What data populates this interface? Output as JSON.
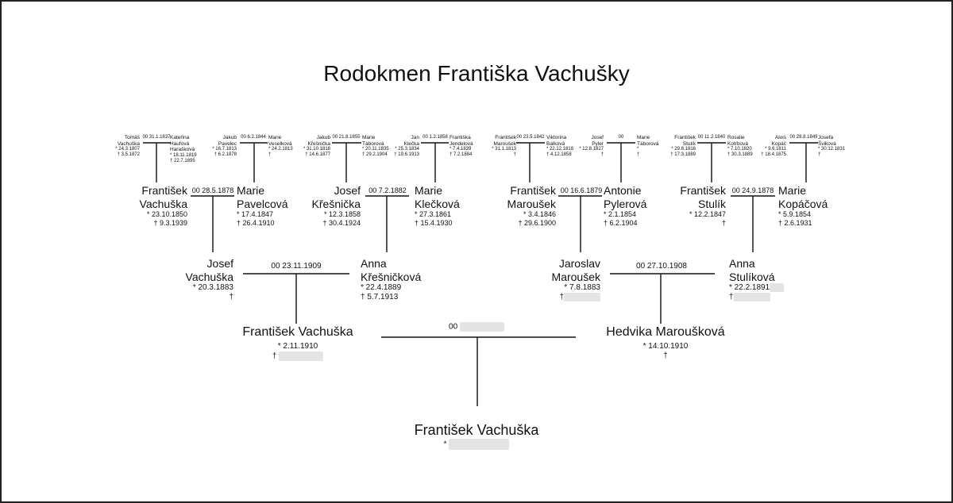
{
  "title": "Rodokmen Františka Vachušky",
  "gen4": [
    {
      "father": {
        "name": [
          "Tomáš",
          "Vachuška"
        ],
        "born": "* 24.3.1807",
        "died": "† 3.5.1872"
      },
      "marriage": "00 31.1.1837",
      "mother": {
        "name": [
          "Kateřina",
          "Haufová",
          "Harašková"
        ],
        "born": "* 18.11.1819",
        "died": "† 22.7.1895"
      }
    },
    {
      "father": {
        "name": [
          "Jakub",
          "Pavelec"
        ],
        "born": "* 16.7.1813",
        "died": "† 6.2.1878"
      },
      "marriage": "00 6.2.1844",
      "mother": {
        "name": [
          "Marie",
          "Veselková"
        ],
        "born": "* 24.2.1813",
        "died": "†"
      }
    },
    {
      "father": {
        "name": [
          "Jakub",
          "Křešnička"
        ],
        "born": "* 31.10.1818",
        "died": "† 14.6.1877"
      },
      "marriage": "00 21.8.1855",
      "mother": {
        "name": [
          "Marie",
          "Táborová"
        ],
        "born": "* 20.11.1835",
        "died": "† 29.2.1904"
      }
    },
    {
      "father": {
        "name": [
          "Jan",
          "Klečka"
        ],
        "born": "* 25.3.1834",
        "died": "† 19.6.1913"
      },
      "marriage": "00 1.2.1858",
      "mother": {
        "name": [
          "Františka",
          "Jendelová"
        ],
        "born": "* 7.4.1839",
        "died": "† 7.2.1884"
      }
    },
    {
      "father": {
        "name": [
          "František",
          "Maroušek"
        ],
        "born": "* 31.1.1813",
        "died": "†"
      },
      "marriage": "00 23.5.1842",
      "mother": {
        "name": [
          "Viktorina",
          "Balková"
        ],
        "born": "* 22.12.1818",
        "died": "† 4.12.1858"
      }
    },
    {
      "father": {
        "name": [
          "Josef",
          "Pyler"
        ],
        "born": "* 12.8.1827",
        "died": "†"
      },
      "marriage": "00",
      "mother": {
        "name": [
          "Marie",
          "Táborová"
        ],
        "born": "*",
        "died": "†"
      }
    },
    {
      "father": {
        "name": [
          "František",
          "Stulík"
        ],
        "born": "* 29.8.1816",
        "died": "† 17.3.1889"
      },
      "marriage": "00 11.2.1840",
      "mother": {
        "name": [
          "Rosalie",
          "Kotrbová"
        ],
        "born": "* 7.10.1820",
        "died": "† 30.3.1889"
      }
    },
    {
      "father": {
        "name": [
          "Alois",
          "Kopáč"
        ],
        "born": "* 9.6.1811",
        "died": "† 18.4.1875"
      },
      "marriage": "00 28.8.1849",
      "mother": {
        "name": [
          "Josefa",
          "Šviková"
        ],
        "born": "* 30.12.1831",
        "died": "†"
      }
    }
  ],
  "gen3": [
    {
      "father": {
        "name": [
          "František",
          "Vachuška"
        ],
        "born": "* 23.10.1850",
        "died": "† 9.3.1939"
      },
      "marriage": "00 28.5.1878",
      "mother": {
        "name": [
          "Marie",
          "Pavelcová"
        ],
        "born": "* 17.4.1847",
        "died": "† 26.4.1910"
      }
    },
    {
      "father": {
        "name": [
          "Josef",
          "Křešnička"
        ],
        "born": "* 12.3.1858",
        "died": "† 30.4.1924"
      },
      "marriage": "00 7.2.1882",
      "mother": {
        "name": [
          "Marie",
          "Klečková"
        ],
        "born": "* 27.3.1861",
        "died": "† 15.4.1930"
      }
    },
    {
      "father": {
        "name": [
          "František",
          "Maroušek"
        ],
        "born": "* 3.4.1846",
        "died": "† 29.6.1900"
      },
      "marriage": "00 16.6.1879",
      "mother": {
        "name": [
          "Antonie",
          "Pylerová"
        ],
        "born": "* 2.1.1854",
        "died": "† 6.2.1904"
      }
    },
    {
      "father": {
        "name": [
          "František",
          "Stulík"
        ],
        "born": "* 12.2.1847",
        "died": "†"
      },
      "marriage": "00 24.9.1878",
      "mother": {
        "name": [
          "Marie",
          "Kopáčová"
        ],
        "born": "* 5.9.1854",
        "died": "† 2.6.1931"
      }
    }
  ],
  "gen2": [
    {
      "father": {
        "name": [
          "Josef",
          "Vachuška"
        ],
        "born": "* 20.3.1883",
        "died": "†"
      },
      "marriage": "00 23.11.1909",
      "mother": {
        "name": [
          "Anna",
          "Křešničková"
        ],
        "born": "* 22.4.1889",
        "died": "† 5.7.1913"
      }
    },
    {
      "father": {
        "name": [
          "Jaroslav",
          "Maroušek"
        ],
        "born": "* 7.8.1883",
        "died": "†"
      },
      "marriage": "00 27.10.1908",
      "mother": {
        "name": [
          "Anna",
          "Stulíková"
        ],
        "born": "* 22.2.1891",
        "died": "†"
      }
    }
  ],
  "gen1": {
    "father": {
      "name": "František Vachuška",
      "born": "* 2.11.1910",
      "died": "†"
    },
    "marriage": "00",
    "mother": {
      "name": "Hedvika Maroušková",
      "born": "* 14.10.1910",
      "died": "†"
    }
  },
  "subject": {
    "name": "František Vachuška",
    "born": "*"
  }
}
